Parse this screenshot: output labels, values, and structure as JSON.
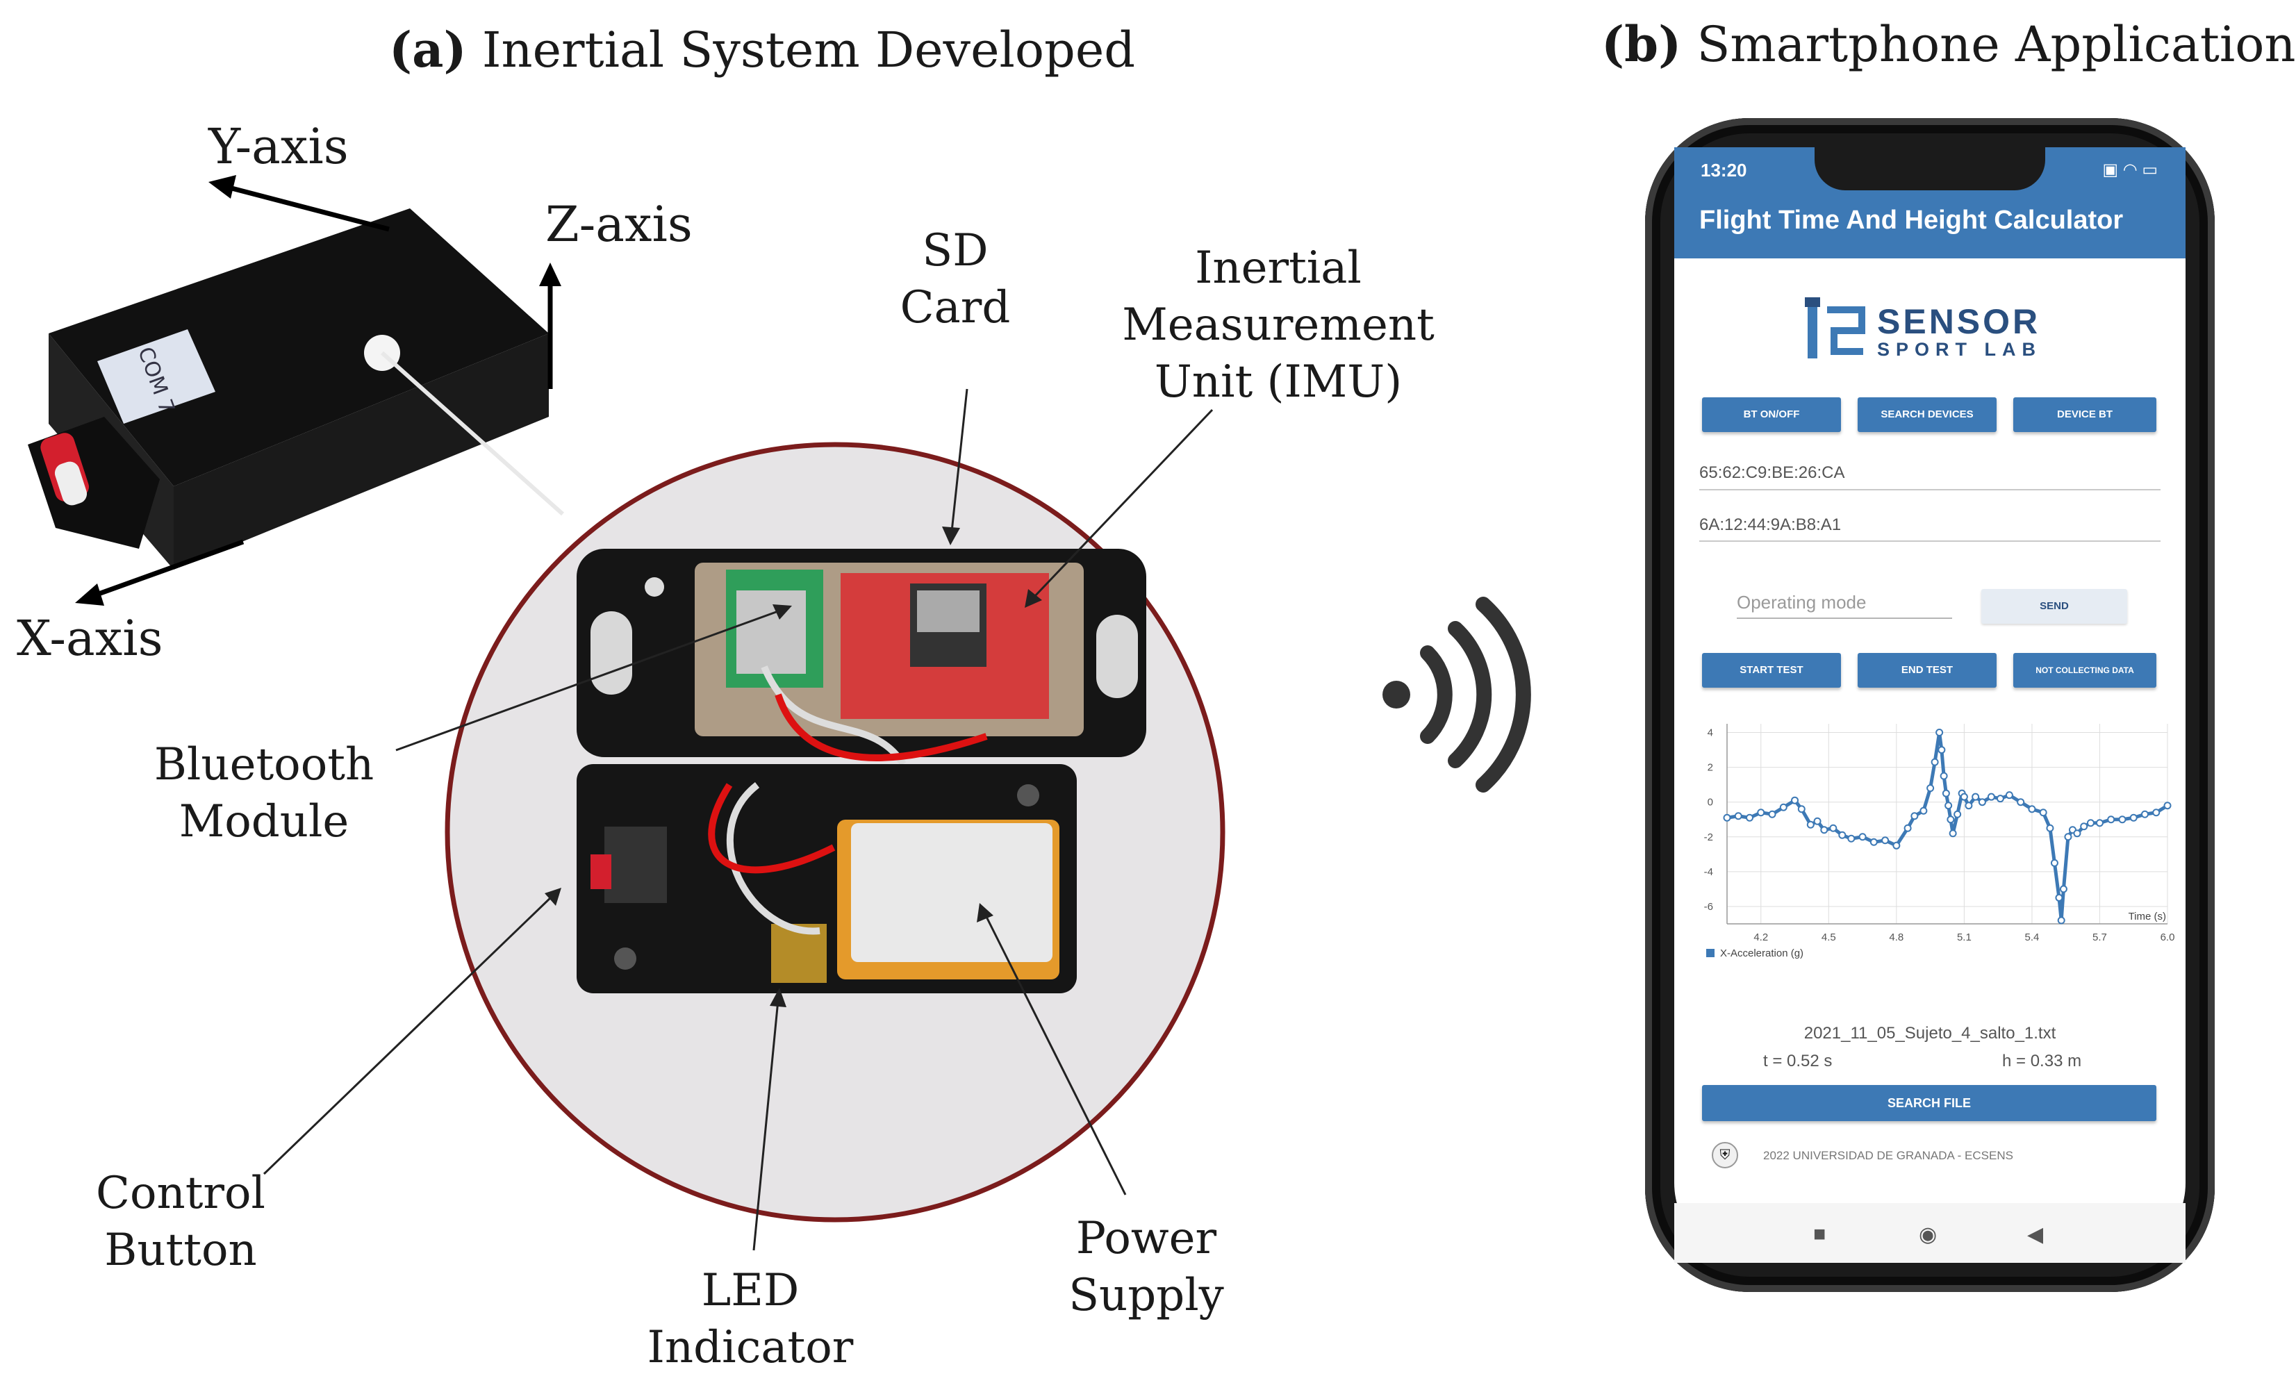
{
  "panel_a": {
    "title_bold": "(a)",
    "title_rest": " Inertial System Developed",
    "axes": {
      "y": "Y-axis",
      "z": "Z-axis",
      "x": "X-axis"
    },
    "device_sticker": "COM 7",
    "labels": {
      "sd_card": "SD\nCard",
      "imu": "Inertial\nMeasurement\nUnit (IMU)",
      "bluetooth": "Bluetooth\nModule",
      "control": "Control\nButton",
      "led": "LED\nIndicator",
      "power": "Power\nSupply"
    }
  },
  "panel_b": {
    "title_bold": "(b)",
    "title_rest": " Smartphone Application"
  },
  "phone": {
    "status_time": "13:20",
    "app_title": "Flight Time And Height Calculator",
    "logo": {
      "line1": "SENSOR",
      "line2": "SPORT LAB"
    },
    "buttons_row1": [
      "BT ON/OFF",
      "SEARCH DEVICES",
      "DEVICE BT"
    ],
    "mac_addresses": [
      "65:62:C9:BE:26:CA",
      "6A:12:44:9A:B8:A1"
    ],
    "operating_mode_placeholder": "Operating mode",
    "send_label": "SEND",
    "buttons_row2": [
      "START TEST",
      "END TEST",
      "NOT COLLECTING DATA"
    ],
    "file_name": "2021_11_05_Sujeto_4_salto_1.txt",
    "t_label": "t = 0.52   s",
    "h_label": "h = 0.33   m",
    "search_file": "SEARCH FILE",
    "footer": "2022 UNIVERSIDAD DE GRANADA - ECSENS",
    "colors": {
      "accent": "#3d79b5",
      "ring": "#7b1c1c"
    }
  },
  "chart_data": {
    "type": "line",
    "title": "",
    "xlabel": "Time (s)",
    "ylabel": "",
    "xlim": [
      4.05,
      6.0
    ],
    "ylim": [
      -7,
      4.5
    ],
    "xticks": [
      "4.2",
      "4.5",
      "4.8",
      "5.1",
      "5.4",
      "5.7",
      "6.0"
    ],
    "yticks": [
      "4",
      "2",
      "0",
      "-2",
      "-4",
      "-6"
    ],
    "series": [
      {
        "name": "X-Acceleration (g)",
        "x": [
          4.05,
          4.1,
          4.15,
          4.2,
          4.25,
          4.3,
          4.35,
          4.38,
          4.42,
          4.45,
          4.48,
          4.52,
          4.56,
          4.6,
          4.65,
          4.7,
          4.75,
          4.8,
          4.85,
          4.88,
          4.92,
          4.95,
          4.97,
          4.99,
          5.0,
          5.01,
          5.02,
          5.03,
          5.04,
          5.05,
          5.07,
          5.09,
          5.1,
          5.12,
          5.15,
          5.18,
          5.22,
          5.26,
          5.3,
          5.35,
          5.4,
          5.45,
          5.48,
          5.5,
          5.52,
          5.53,
          5.54,
          5.56,
          5.58,
          5.6,
          5.63,
          5.66,
          5.7,
          5.75,
          5.8,
          5.85,
          5.9,
          5.95,
          6.0
        ],
        "y": [
          -0.9,
          -0.8,
          -0.9,
          -0.6,
          -0.7,
          -0.3,
          0.1,
          -0.4,
          -1.3,
          -1.1,
          -1.6,
          -1.5,
          -1.9,
          -2.1,
          -2.0,
          -2.3,
          -2.2,
          -2.5,
          -1.5,
          -0.8,
          -0.5,
          0.8,
          2.3,
          4.0,
          3.0,
          1.5,
          0.5,
          -0.2,
          -1.0,
          -1.8,
          -0.7,
          0.5,
          0.3,
          -0.2,
          0.3,
          0.0,
          0.3,
          0.2,
          0.4,
          0.0,
          -0.4,
          -0.6,
          -1.5,
          -3.5,
          -5.5,
          -6.8,
          -5.0,
          -2.0,
          -1.6,
          -1.8,
          -1.4,
          -1.2,
          -1.2,
          -1.0,
          -1.0,
          -0.9,
          -0.7,
          -0.6,
          -0.2
        ]
      }
    ],
    "grid": true,
    "legend_position": "bottom-left"
  }
}
